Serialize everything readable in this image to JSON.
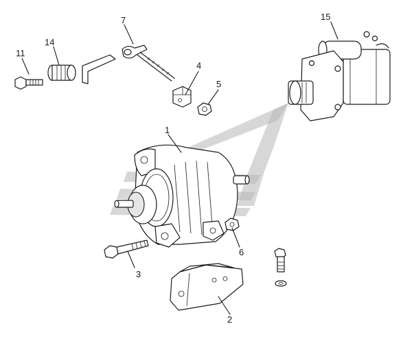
{
  "callouts": [
    {
      "id": "callout-1",
      "text": "1"
    },
    {
      "id": "callout-2",
      "text": "2"
    },
    {
      "id": "callout-3",
      "text": "3"
    },
    {
      "id": "callout-4",
      "text": "4"
    },
    {
      "id": "callout-5",
      "text": "5"
    },
    {
      "id": "callout-6",
      "text": "6"
    },
    {
      "id": "callout-7",
      "text": "7"
    },
    {
      "id": "callout-11",
      "text": "11"
    },
    {
      "id": "callout-14",
      "text": "14"
    },
    {
      "id": "callout-15",
      "text": "15"
    }
  ],
  "colors": {
    "line": "#1a1a1a",
    "watermark": "#b7b7b7",
    "background": "#ffffff"
  }
}
